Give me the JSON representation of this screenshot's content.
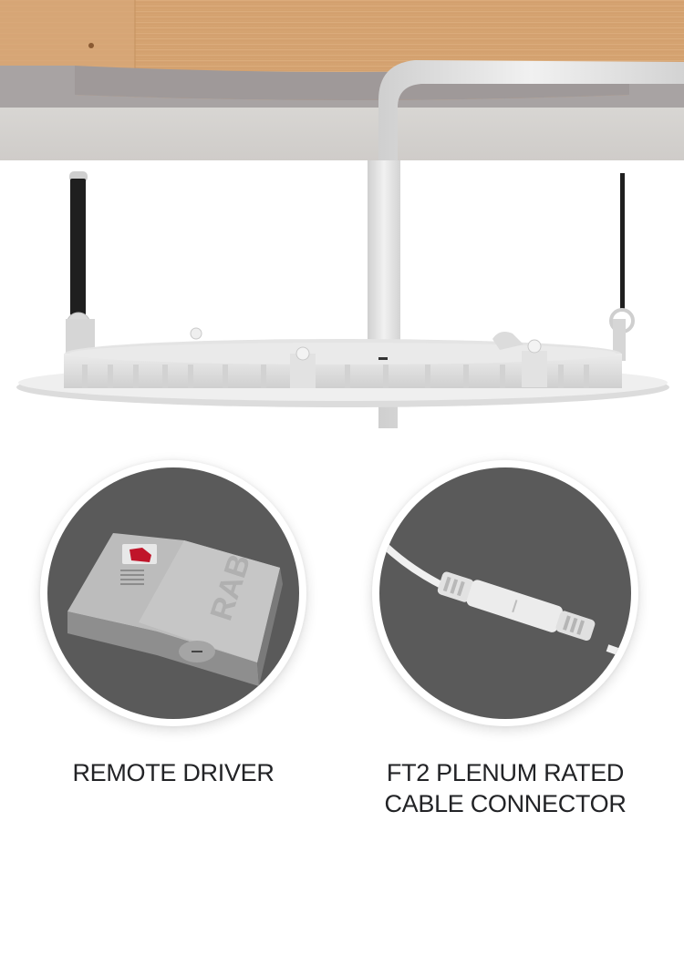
{
  "hero": {
    "subject": "recessed-light-fixture-installed-below-wood-joist",
    "colors": {
      "wood": "#d9a877",
      "drywall_edge": "#a9a4a4",
      "drywall_face": "#d6d4d1",
      "fixture": "#e6e6e6",
      "spring_clip": "#1e1e1e"
    }
  },
  "features": [
    {
      "id": "remote-driver",
      "label": "REMOTE DRIVER",
      "image": "remote-driver-box",
      "embossed_logo": "RAB",
      "colors": {
        "circle_bg": "#5a5a5a",
        "box": "#b9b9b9",
        "switch": "#c0152a"
      }
    },
    {
      "id": "cable-connector",
      "label_line1": "FT2 PLENUM RATED",
      "label_line2": "CABLE CONNECTOR",
      "image": "white-cable-connector",
      "colors": {
        "circle_bg": "#5a5a5a",
        "cable": "#f2f2f2"
      }
    }
  ]
}
